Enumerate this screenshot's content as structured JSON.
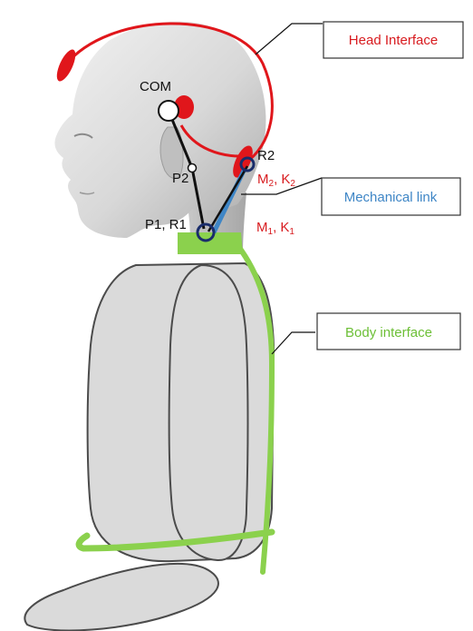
{
  "colors": {
    "head_interface": "#e0161b",
    "mechanical_link": "#3f86c6",
    "body_interface": "#8bd14d",
    "figure_fill": "#d9d9d9",
    "figure_stroke": "#4a4a4a",
    "label_red": "#d81b1f"
  },
  "callouts": {
    "head_interface": "Head Interface",
    "mechanical_link": "Mechanical link",
    "body_interface": "Body interface"
  },
  "points": {
    "com": "COM",
    "r2": "R2",
    "p2": "P2",
    "p1r1": "P1, R1"
  },
  "parameters": {
    "m2k2": "M2, K2",
    "m1k1": "M1, K1"
  },
  "subscripts": {
    "m2": "2",
    "k2": "2",
    "m1": "1",
    "k1": "1"
  }
}
